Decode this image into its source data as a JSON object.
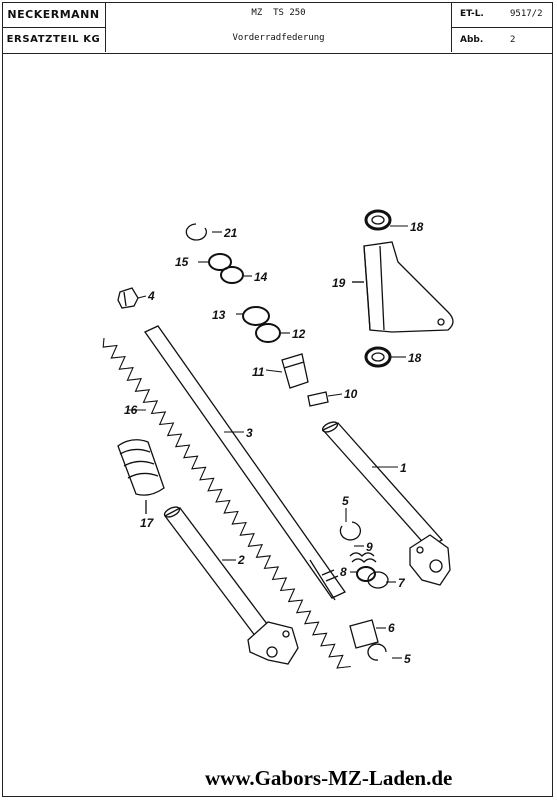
{
  "header": {
    "brand_line1": "NECKERMANN",
    "brand_line2": "ERSATZTEIL KG",
    "model": "MZ  TS 250",
    "subtitle": "Vorderradfederung",
    "etl_label": "ET-L.",
    "etl_value": "9517/2",
    "abb_label": "Abb.",
    "abb_value": "2"
  },
  "parts": {
    "p1": "1",
    "p2": "2",
    "p3": "3",
    "p4": "4",
    "p5a": "5",
    "p5b": "5",
    "p6": "6",
    "p7": "7",
    "p8": "8",
    "p9": "9",
    "p10": "10",
    "p11": "11",
    "p12": "12",
    "p13": "13",
    "p14": "14",
    "p15": "15",
    "p16": "16",
    "p17": "17",
    "p18a": "18",
    "p18b": "18",
    "p19": "19",
    "p21": "21"
  },
  "footer": {
    "website": "www.Gabors-MZ-Laden.de"
  },
  "colors": {
    "ink": "#111111",
    "paper": "#ffffff"
  }
}
